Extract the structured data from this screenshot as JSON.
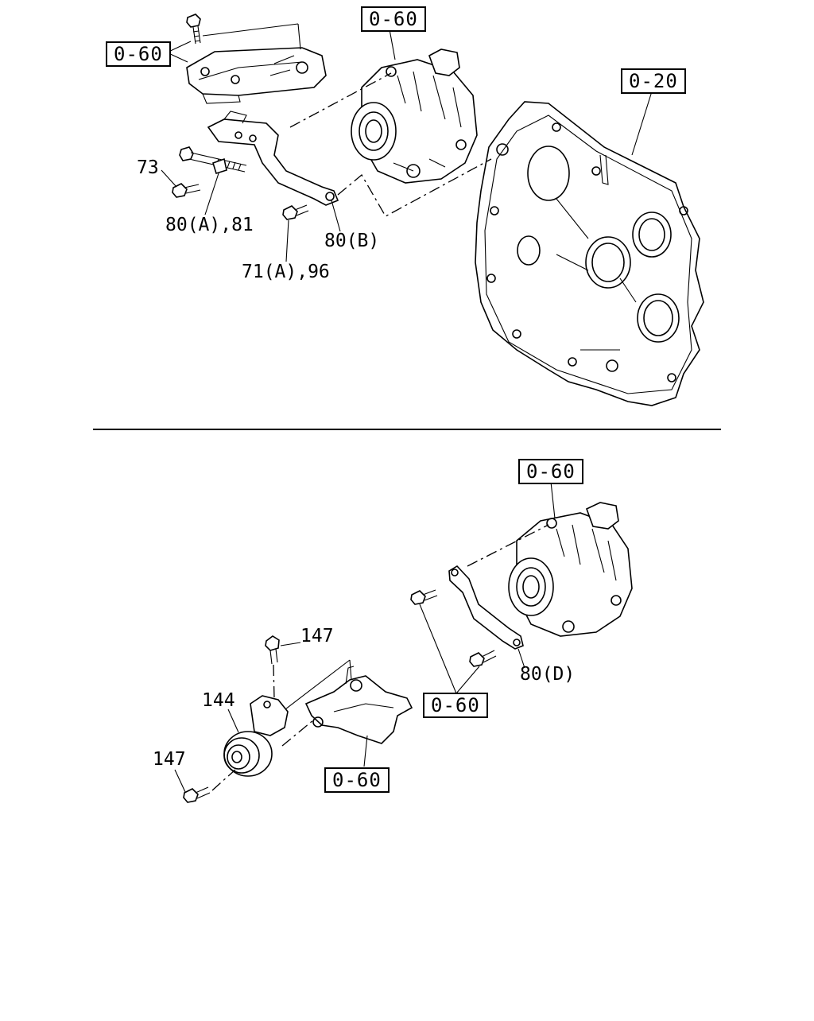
{
  "figure": {
    "upper": {
      "refs": [
        "0-60",
        "0-60",
        "0-20"
      ],
      "callouts": [
        "73",
        "80(A),81",
        "80(B)",
        "71(A),96"
      ]
    },
    "lower": {
      "refs": [
        "0-60",
        "0-60",
        "0-60"
      ],
      "callouts": [
        "147",
        "144",
        "147",
        "80(D)"
      ]
    }
  }
}
